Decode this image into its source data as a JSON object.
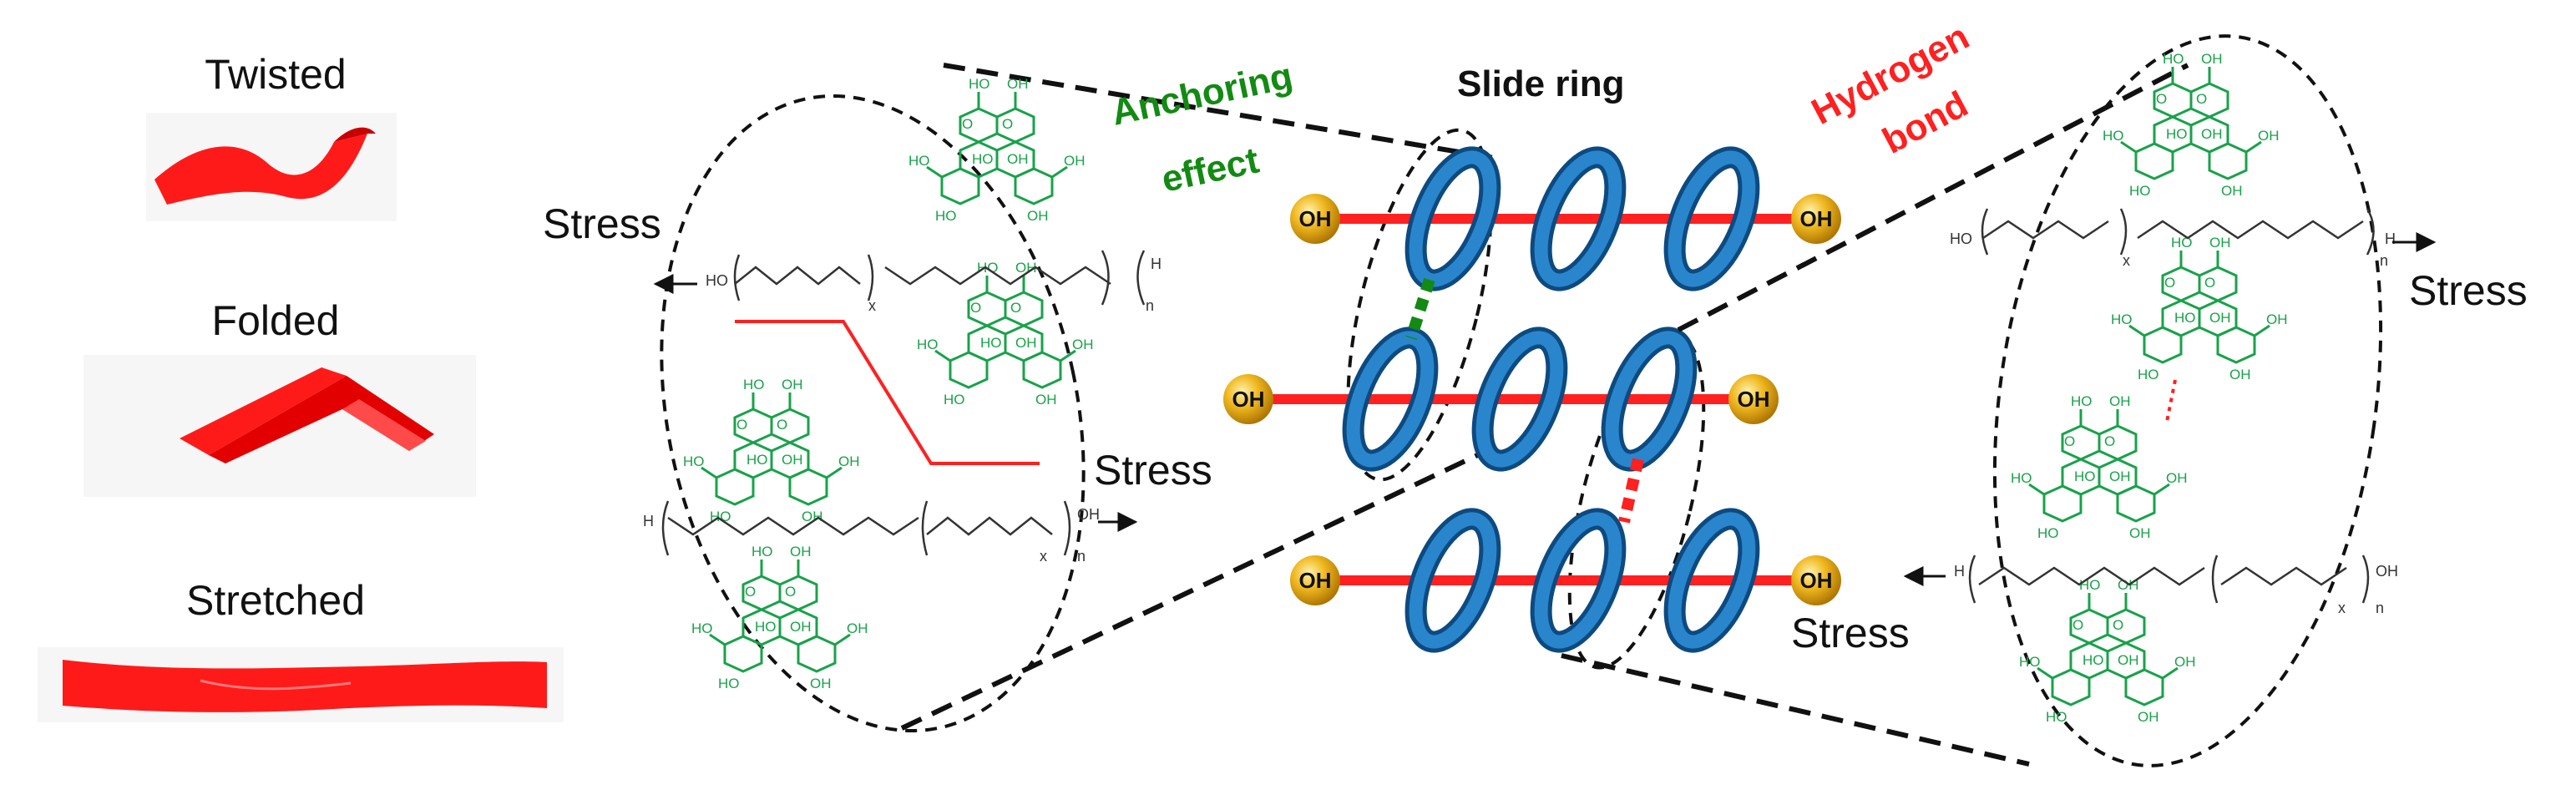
{
  "samples": {
    "twisted": "Twisted",
    "folded": "Folded",
    "stretched": "Stretched"
  },
  "labels": {
    "slide_ring": "Slide ring",
    "anchoring_line1": "Anchoring",
    "anchoring_line2": "effect",
    "hydrogen_line1": "Hydrogen",
    "hydrogen_line2": "bond",
    "stress": "Stress",
    "oh": "OH",
    "ho": "HO",
    "sub_x": "x",
    "sub_n": "n",
    "h": "H"
  },
  "colors": {
    "tape": "#ff1a1a",
    "axle": "#ff2020",
    "ring": "#1f6fb0",
    "ring_dark": "#0d4a80",
    "cap": "#e8b01c",
    "anchoring": "#138a13",
    "hydrogen": "#ff2020",
    "chem_green": "#19a24a"
  }
}
